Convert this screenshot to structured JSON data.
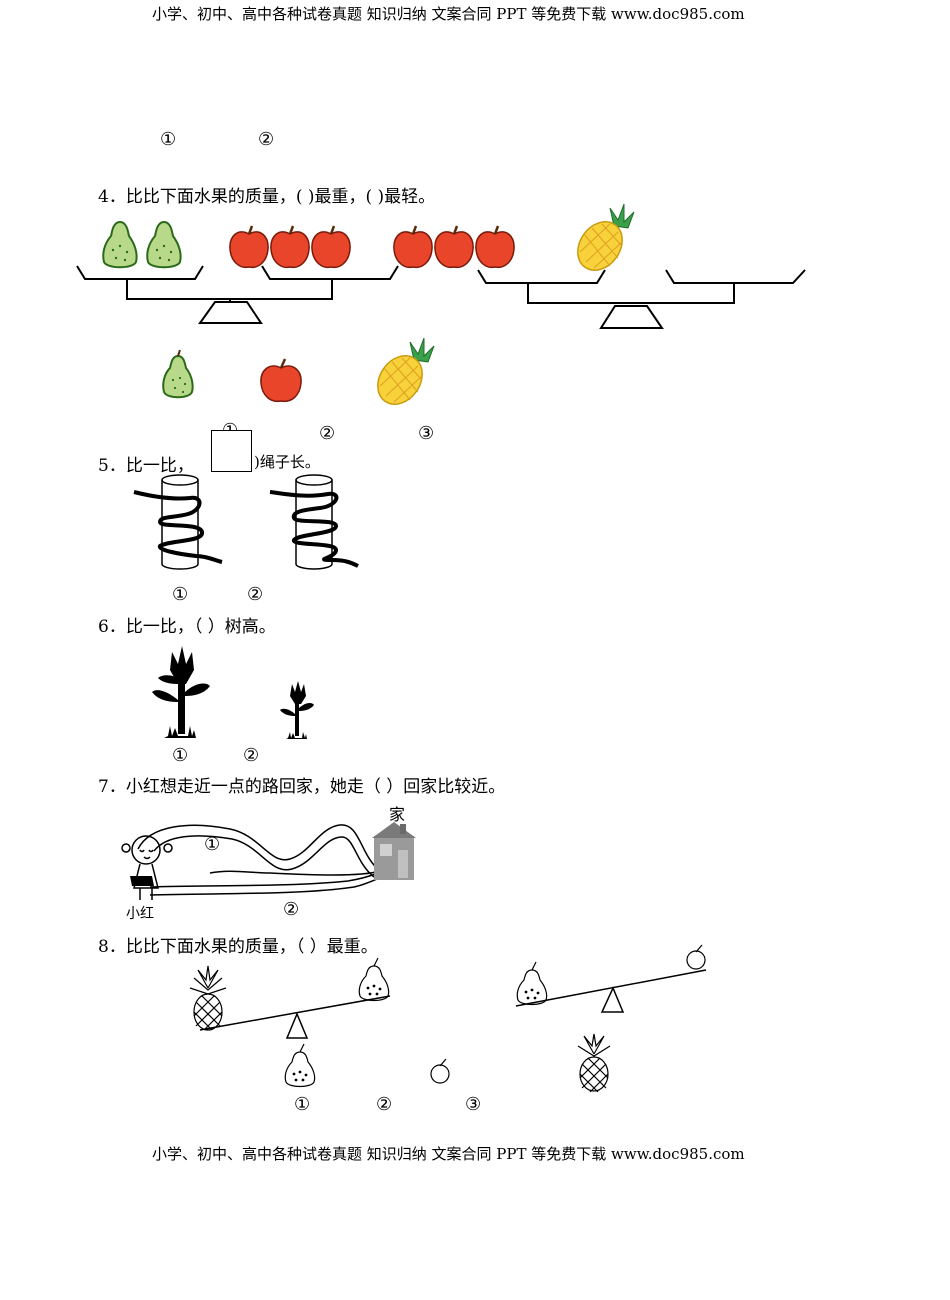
{
  "header": {
    "text": "小学、初中、高中各种试卷真题 知识归纳 文案合同 PPT 等免费下载   www.doc985.com"
  },
  "footer": {
    "text": "小学、初中、高中各种试卷真题 知识归纳 文案合同 PPT 等免费下载   www.doc985.com"
  },
  "top_labels": [
    "①",
    "②"
  ],
  "q4": {
    "prefix": "4．比比下面水果的质量，(    )最重，(    )最轻。",
    "options": [
      "①",
      "②",
      "③"
    ]
  },
  "q5": {
    "prefix": "5．比一比，",
    "suffix": ")绳子长。",
    "options": [
      "①",
      "②"
    ]
  },
  "q6": {
    "text": "6．比一比，（    ）树高。",
    "options": [
      "①",
      "②"
    ]
  },
  "q7": {
    "text": "7．小红想走近一点的路回家，她走（     ）回家比较近。",
    "home_label": "家",
    "girl_label": "小红",
    "path_labels": [
      "①",
      "②"
    ]
  },
  "q8": {
    "text": "8．比比下面水果的质量，（      ）最重。",
    "options": [
      "①",
      "②",
      "③"
    ]
  },
  "colors": {
    "pear": "#b8d98a",
    "apple": "#e8452b",
    "pineapple": "#f7d23a",
    "leaf": "#3aa14a"
  }
}
